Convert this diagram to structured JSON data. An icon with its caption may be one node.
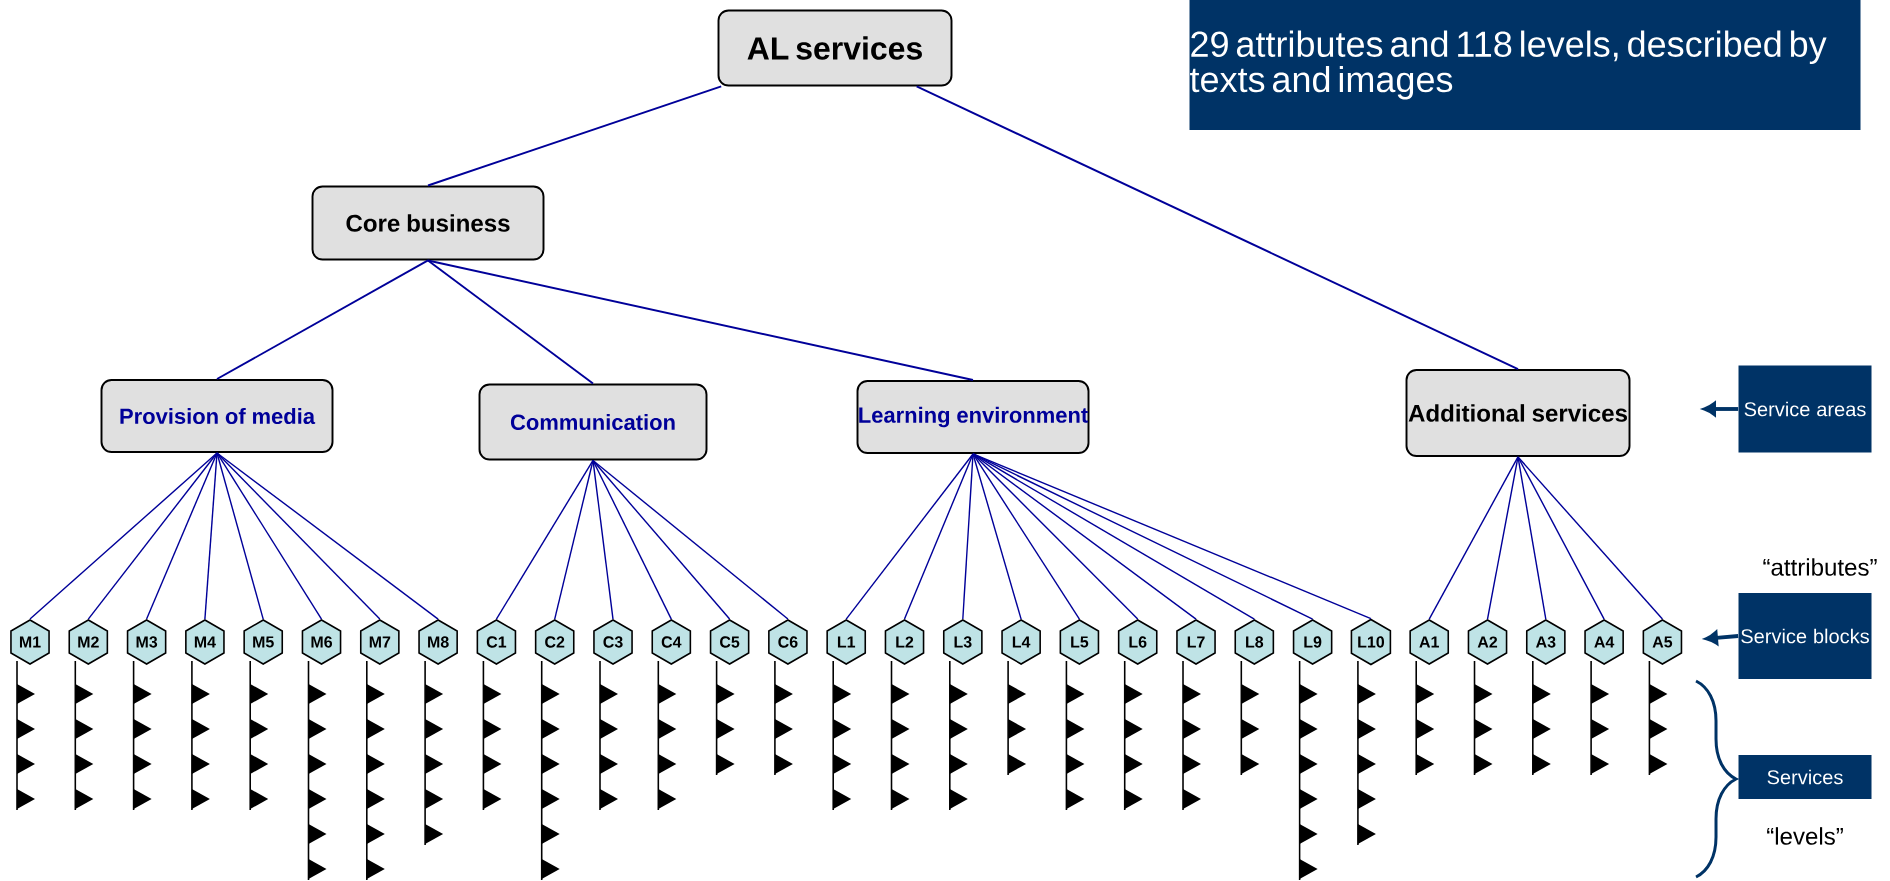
{
  "diagram": {
    "nodes": [
      {
        "text": [
          "AL services"
        ]
      },
      {
        "text": [
          "29 attributes and 118 levels, described by texts and images"
        ]
      },
      {
        "text": [
          "Core business"
        ]
      },
      {
        "text": [
          "Provision of media"
        ]
      },
      {
        "text": [
          "Communication"
        ]
      },
      {
        "text": [
          "Learning environment"
        ]
      },
      {
        "text": [
          "Additional services"
        ]
      },
      {
        "text": [
          "Service areas"
        ]
      },
      {
        "text": [
          "M1"
        ]
      },
      {
        "text": [
          "M2"
        ]
      },
      {
        "text": [
          "M3"
        ]
      },
      {
        "text": [
          "M4"
        ]
      },
      {
        "text": [
          "M5"
        ]
      },
      {
        "text": [
          "M6"
        ]
      },
      {
        "text": [
          "M7"
        ]
      },
      {
        "text": [
          "M8"
        ]
      },
      {
        "text": [
          "C1"
        ]
      },
      {
        "text": [
          "C2"
        ]
      },
      {
        "text": [
          "C3"
        ]
      },
      {
        "text": [
          "C4"
        ]
      },
      {
        "text": [
          "C5"
        ]
      },
      {
        "text": [
          "C6"
        ]
      },
      {
        "text": [
          "L1"
        ]
      },
      {
        "text": [
          "L2"
        ]
      },
      {
        "text": [
          "L3"
        ]
      },
      {
        "text": [
          "L4"
        ]
      },
      {
        "text": [
          "L5"
        ]
      },
      {
        "text": [
          "L6"
        ]
      },
      {
        "text": [
          "L7"
        ]
      },
      {
        "text": [
          "L8"
        ]
      },
      {
        "text": [
          "L9"
        ]
      },
      {
        "text": [
          "L10"
        ]
      },
      {
        "text": [
          "A1"
        ]
      },
      {
        "text": [
          "A2"
        ]
      },
      {
        "text": [
          "A3"
        ]
      },
      {
        "text": [
          "A4"
        ]
      },
      {
        "text": [
          "A5"
        ]
      },
      {
        "text": [
          "Service blocks"
        ]
      },
      {
        "text": [
          "Services"
        ]
      }
    ],
    "edges": [
      {
        "from": 0,
        "to": 2,
        "arrow": "none"
      },
      {
        "from": 0,
        "to": 6,
        "arrow": "none"
      },
      {
        "from": 2,
        "to": 3,
        "arrow": "none"
      },
      {
        "from": 2,
        "to": 4,
        "arrow": "none"
      },
      {
        "from": 2,
        "to": 5,
        "arrow": "none"
      },
      {
        "from": 3,
        "to": 8,
        "arrow": "none"
      },
      {
        "from": 3,
        "to": 9,
        "arrow": "none"
      },
      {
        "from": 3,
        "to": 10,
        "arrow": "none"
      },
      {
        "from": 3,
        "to": 11,
        "arrow": "none"
      },
      {
        "from": 3,
        "to": 12,
        "arrow": "none"
      },
      {
        "from": 3,
        "to": 13,
        "arrow": "none"
      },
      {
        "from": 3,
        "to": 14,
        "arrow": "none"
      },
      {
        "from": 3,
        "to": 15,
        "arrow": "none"
      },
      {
        "from": 4,
        "to": 16,
        "arrow": "none"
      },
      {
        "from": 4,
        "to": 17,
        "arrow": "none"
      },
      {
        "from": 4,
        "to": 18,
        "arrow": "none"
      },
      {
        "from": 4,
        "to": 19,
        "arrow": "none"
      },
      {
        "from": 4,
        "to": 20,
        "arrow": "none"
      },
      {
        "from": 4,
        "to": 21,
        "arrow": "none"
      },
      {
        "from": 5,
        "to": 22,
        "arrow": "none"
      },
      {
        "from": 5,
        "to": 23,
        "arrow": "none"
      },
      {
        "from": 5,
        "to": 24,
        "arrow": "none"
      },
      {
        "from": 5,
        "to": 25,
        "arrow": "none"
      },
      {
        "from": 5,
        "to": 26,
        "arrow": "none"
      },
      {
        "from": 5,
        "to": 27,
        "arrow": "none"
      },
      {
        "from": 5,
        "to": 28,
        "arrow": "none"
      },
      {
        "from": 5,
        "to": 29,
        "arrow": "none"
      },
      {
        "from": 5,
        "to": 30,
        "arrow": "none"
      },
      {
        "from": 5,
        "to": 31,
        "arrow": "none"
      },
      {
        "from": 6,
        "to": 32,
        "arrow": "none"
      },
      {
        "from": 6,
        "to": 33,
        "arrow": "none"
      },
      {
        "from": 6,
        "to": 34,
        "arrow": "none"
      },
      {
        "from": 6,
        "to": 35,
        "arrow": "none"
      },
      {
        "from": 6,
        "to": 36,
        "arrow": "none"
      },
      {
        "from": 7,
        "to": null,
        "arrow": "to",
        "color": "#003366"
      },
      {
        "from": 37,
        "to": null,
        "arrow": "to",
        "color": "#003366"
      }
    ],
    "labels": [
      "“attributes”",
      "“levels”"
    ]
  }
}
